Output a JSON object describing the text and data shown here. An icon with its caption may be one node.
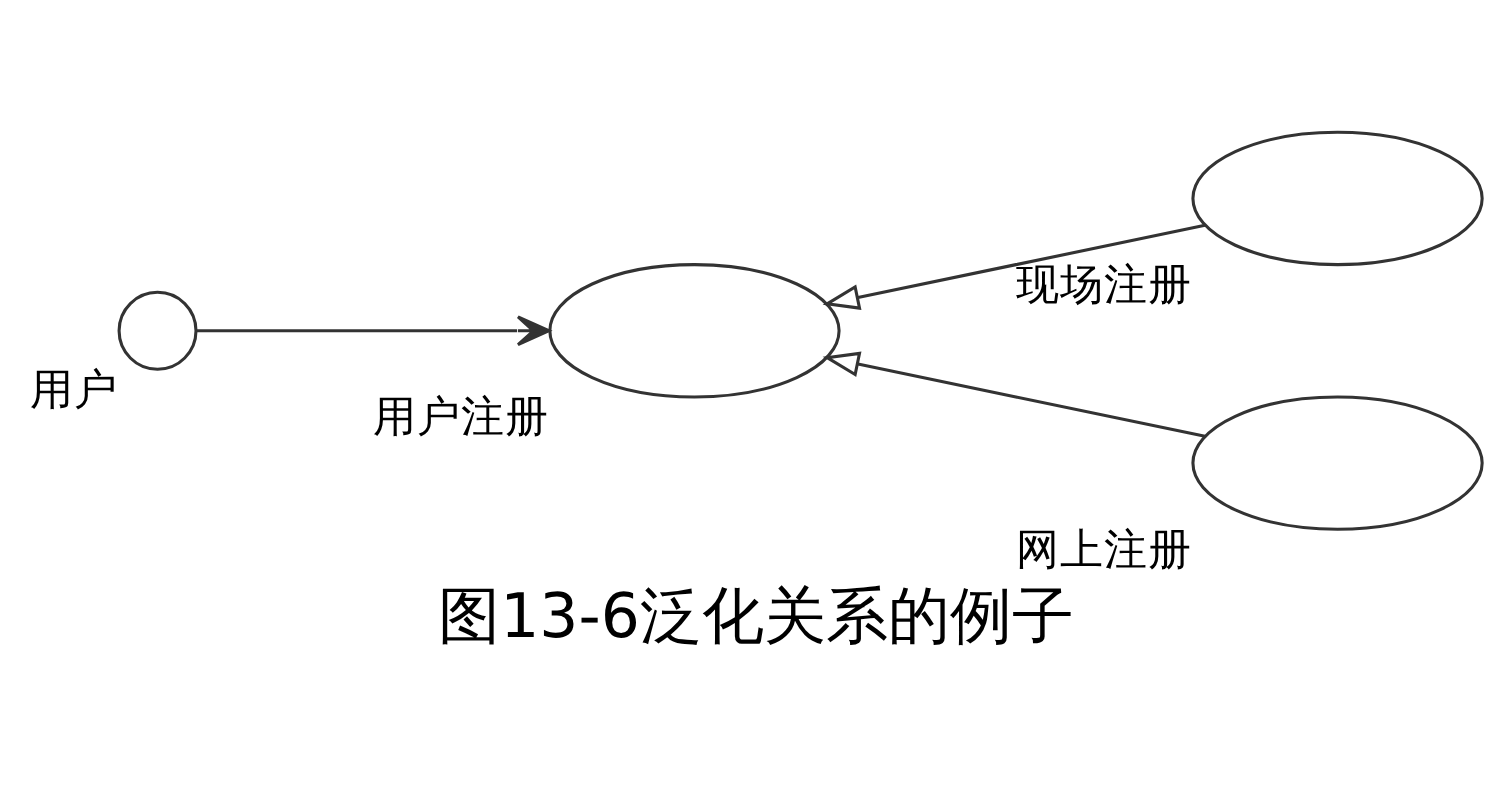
{
  "diagram": {
    "caption": "图13-6泛化关系的例子",
    "nodes": [
      {
        "text": [
          "用户"
        ]
      },
      {
        "text": [
          "用户注册"
        ]
      },
      {
        "text": [
          "现场注册"
        ]
      },
      {
        "text": [
          "网上注册"
        ]
      }
    ],
    "edges": [
      {
        "from": 0,
        "to": 1,
        "arrow": "to"
      },
      {
        "from": 2,
        "to": 1,
        "arrow": "to"
      },
      {
        "from": 3,
        "to": 1,
        "arrow": "to"
      }
    ]
  }
}
